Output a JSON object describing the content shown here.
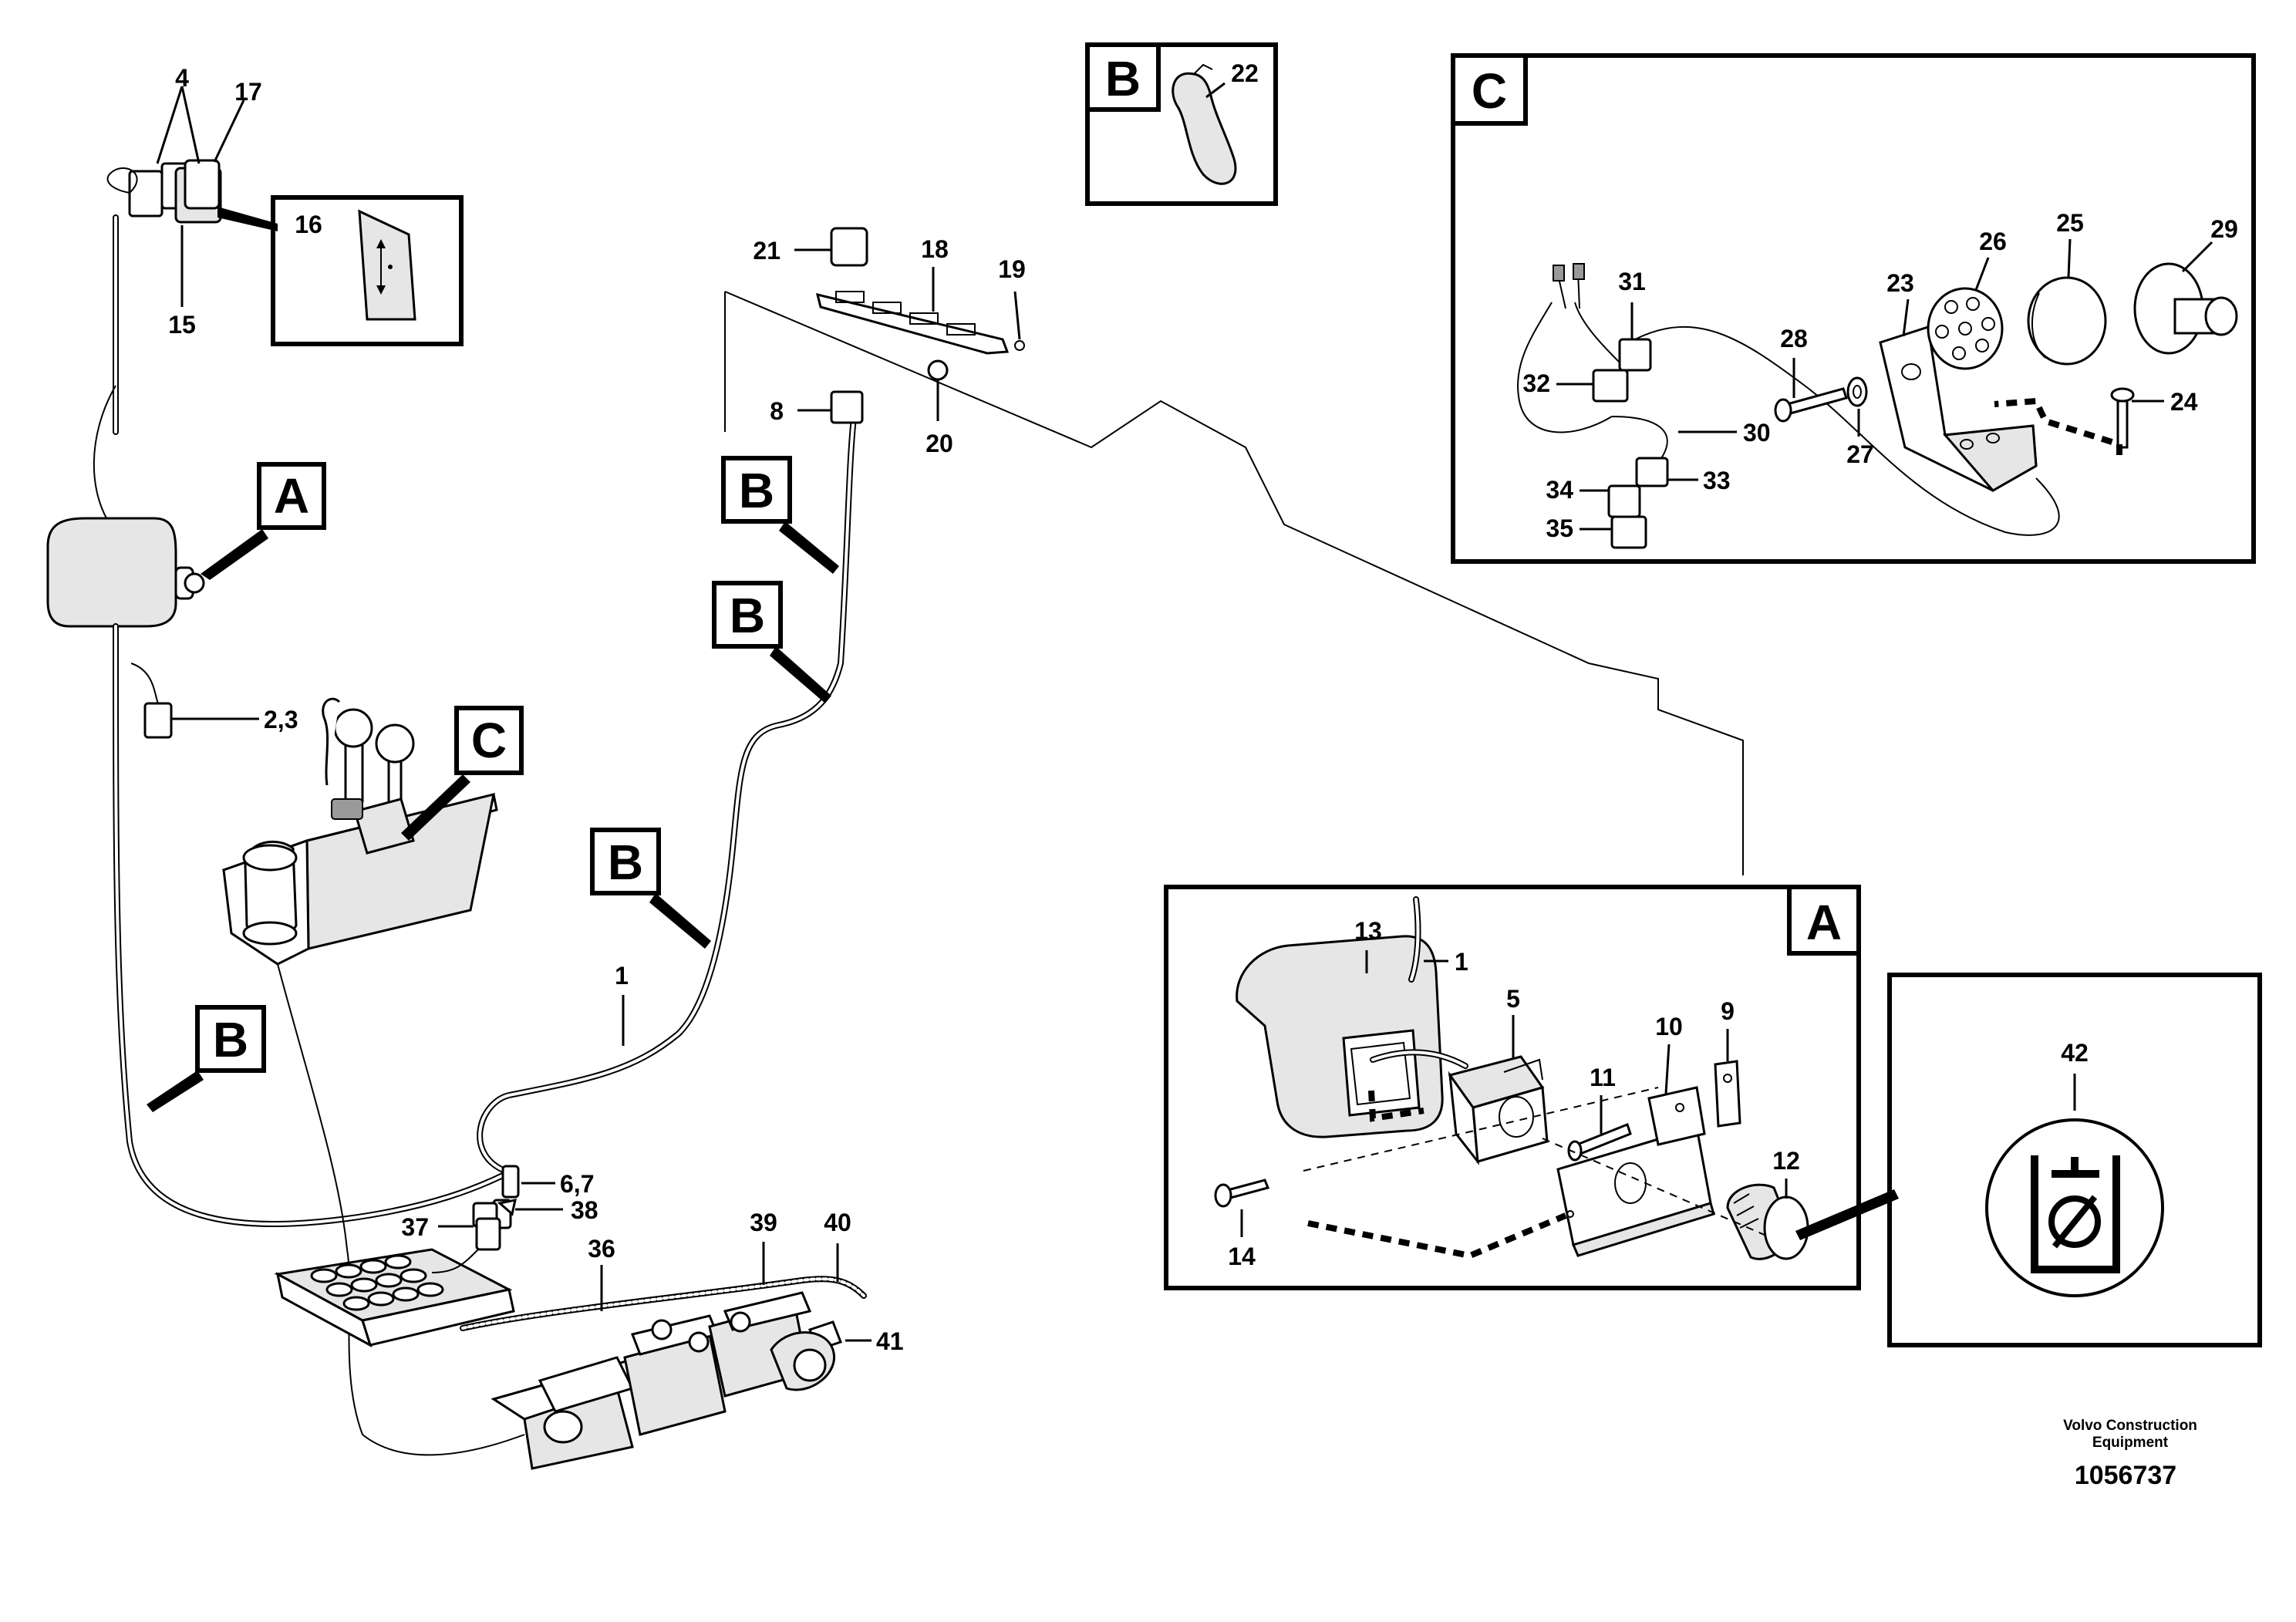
{
  "callouts": {
    "c1": "1",
    "c23": "2,3",
    "c4": "4",
    "c5": "5",
    "c67": "6,7",
    "c8": "8",
    "c9": "9",
    "c10": "10",
    "c11": "11",
    "c12": "12",
    "c13": "13",
    "c14": "14",
    "c15": "15",
    "c16": "16",
    "c17": "17",
    "c18": "18",
    "c19": "19",
    "c20": "20",
    "c21": "21",
    "c22": "22",
    "c23b": "23",
    "c24": "24",
    "c25": "25",
    "c26": "26",
    "c27": "27",
    "c28": "28",
    "c29": "29",
    "c30": "30",
    "c31": "31",
    "c32": "32",
    "c33": "33",
    "c34": "34",
    "c35": "35",
    "c36": "36",
    "c37": "37",
    "c38": "38",
    "c39": "39",
    "c40": "40",
    "c41": "41",
    "c42": "42"
  },
  "detail_tags": {
    "a": "A",
    "b": "B",
    "c": "C"
  },
  "footer": {
    "brand_line1": "Volvo Construction",
    "brand_line2": "Equipment",
    "drawing_number": "1056737"
  }
}
